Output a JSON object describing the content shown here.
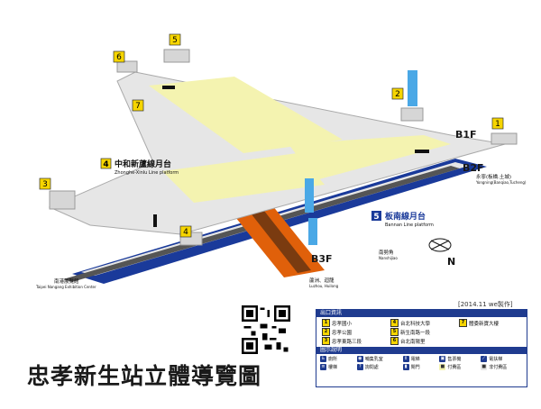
{
  "title": "忠孝新生站立體導覽圖",
  "credit": "[2014.11 we製作]",
  "floors": {
    "b1": "B1F",
    "b2": "B2F",
    "b3": "B3F"
  },
  "platforms": {
    "zhonghe": {
      "number": "4",
      "zh": "中和新蘆線月台",
      "en": "Zhonghe-Xinlu Line platform"
    },
    "bannan": {
      "number": "5",
      "zh": "板南線月台",
      "en": "Bannan Line platform"
    }
  },
  "exits_on_map": [
    "1",
    "2",
    "3",
    "4",
    "5",
    "6",
    "7"
  ],
  "directions": {
    "yongning": {
      "zh": "永寧(板橋.土城)",
      "en": "Yongning(Banqiao,Tucheng)"
    },
    "nangang": {
      "zh": "南港展覽館",
      "en": "Taipei Nangang Exhibition Center"
    },
    "nanshijiao": {
      "zh": "南勢角",
      "en": "Nanshijiao"
    },
    "luzhou": {
      "zh": "蘆洲、迴龍",
      "en": "Luzhou, Huilong"
    }
  },
  "compass": "N",
  "legend": {
    "exits_title": "出口資訊",
    "exits": [
      {
        "no": "1",
        "name": "忠孝國小"
      },
      {
        "no": "4",
        "name": "台北科技大學"
      },
      {
        "no": "7",
        "name": "體委新寶大樓"
      },
      {
        "no": "2",
        "name": "忠孝公園"
      },
      {
        "no": "5",
        "name": "新生南路一段"
      },
      {
        "no": "",
        "name": ""
      },
      {
        "no": "3",
        "name": "忠孝東路三段"
      },
      {
        "no": "6",
        "name": "台北南陽里"
      },
      {
        "no": "",
        "name": ""
      }
    ],
    "facilities_title": "圖示說明",
    "facilities": [
      {
        "icon": "toilet-icon",
        "label": "廁所"
      },
      {
        "icon": "nursing-icon",
        "label": "哺集乳室"
      },
      {
        "icon": "elevator-icon",
        "label": "電梯"
      },
      {
        "icon": "ticket-icon",
        "label": "售票機"
      },
      {
        "icon": "escalator-icon",
        "label": "電扶梯"
      },
      {
        "icon": "stair-icon",
        "label": "樓梯"
      },
      {
        "icon": "info-icon",
        "label": "詢問處"
      },
      {
        "icon": "barrier-icon",
        "label": "閘門"
      },
      {
        "icon": "paid-area-icon",
        "label": "付費區"
      },
      {
        "icon": "unpaid-area-icon",
        "label": "非付費區"
      }
    ]
  },
  "colors": {
    "concourse": "#f4f3b0",
    "bannan": "#1a3a9a",
    "zhonghe": "#e0600a",
    "floor": "#e6e6e6",
    "exit_badge": "#f6d500",
    "elevator": "#4aa8e6"
  }
}
